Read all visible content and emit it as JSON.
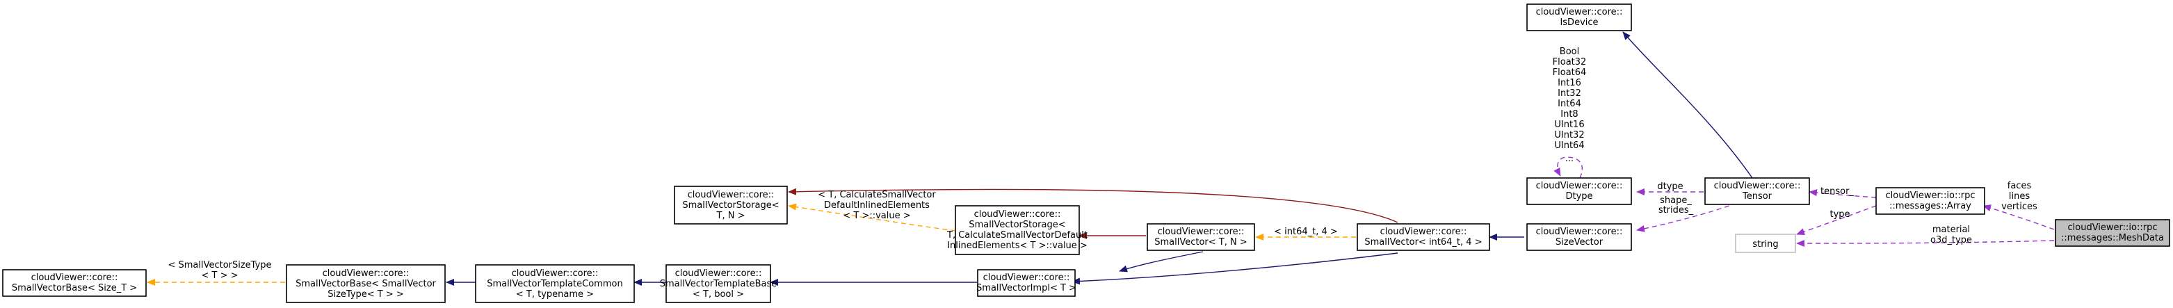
{
  "colors": {
    "inheritance": "#191970",
    "template_instance": "#ffa500",
    "usage": "#9a32cd",
    "inheritance_private": "#8b1a1a",
    "focus_fill": "#bfbfbf"
  },
  "nodes": {
    "isdevice": [
      "cloudViewer::core::",
      "IsDevice"
    ],
    "dtype": [
      "cloudViewer::core::",
      "Dtype"
    ],
    "sizevector": [
      "cloudViewer::core::",
      "SizeVector"
    ],
    "tensor": [
      "cloudViewer::core::",
      "Tensor"
    ],
    "array": [
      "cloudViewer::io::rpc",
      "::messages::Array"
    ],
    "meshdata": [
      "cloudViewer::io::rpc",
      "::messages::MeshData"
    ],
    "string": [
      "string"
    ],
    "storage": [
      "cloudViewer::core::",
      "SmallVectorStorage<",
      "T, N >"
    ],
    "storage_default": [
      "cloudViewer::core::",
      "SmallVectorStorage<",
      "T, CalculateSmallVectorDefault",
      "InlinedElements< T >::value >"
    ],
    "smallvector": [
      "cloudViewer::core::",
      "SmallVector< T, N >"
    ],
    "smallvector_int64": [
      "cloudViewer::core::",
      "SmallVector< int64_t, 4 >"
    ],
    "smallvectorimpl": [
      "cloudViewer::core::",
      "SmallVectorImpl< T >"
    ],
    "templatebase": [
      "cloudViewer::core::",
      "SmallVectorTemplateBase",
      "< T, bool >"
    ],
    "templatecommon": [
      "cloudViewer::core::",
      "SmallVectorTemplateCommon",
      "< T, typename >"
    ],
    "base_sizevector": [
      "cloudViewer::core::",
      "SmallVectorBase< SmallVector",
      "SizeType< T > >"
    ],
    "base_size": [
      "cloudViewer::core::",
      "SmallVectorBase< Size_T >"
    ]
  },
  "edge_labels": {
    "dtype_values": [
      "Bool",
      "Float32",
      "Float64",
      "Int16",
      "Int32",
      "Int64",
      "Int8",
      "UInt16",
      "UInt32",
      "UInt64"
    ],
    "dtype_self": [
      "..."
    ],
    "dtype_to_tensor": [
      "dtype"
    ],
    "sizevector_to_tensor": [
      "shape_",
      "strides_"
    ],
    "tensor_to_array": [
      "tensor_"
    ],
    "string_to_array": [
      "type"
    ],
    "array_to_meshdata": [
      "faces",
      "lines",
      "vertices"
    ],
    "string_to_meshdata": [
      "material",
      "o3d_type"
    ],
    "storage_default_tmpl": [
      "< T, CalculateSmallVector",
      "DefaultInlinedElements",
      "< T >::value >"
    ],
    "smallvector_int64_tmpl": [
      "< int64_t, 4 >"
    ],
    "base_sizevector_tmpl": [
      "< SmallVectorSizeType",
      "< T > >"
    ]
  }
}
